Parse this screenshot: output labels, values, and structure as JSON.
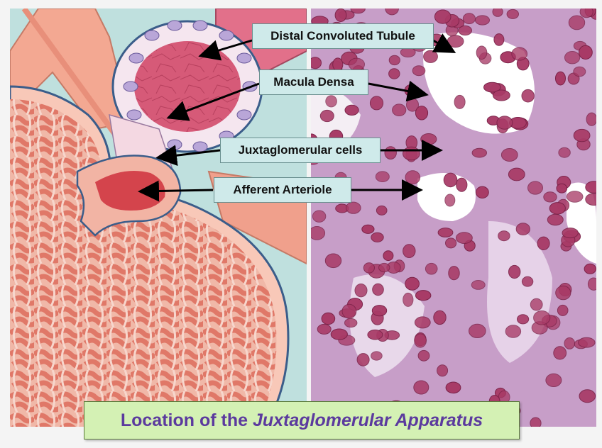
{
  "labels": {
    "distal": "Distal Convoluted Tubule",
    "macula": "Macula Densa",
    "jg": "Juxtaglomerular cells",
    "afferent": "Afferent Arteriole"
  },
  "title": {
    "prefix": "Location of the ",
    "emphasis": "Juxtaglomerular Apparatus"
  },
  "colors": {
    "label_bg": "#cfeaea",
    "title_bg": "#d4f1b4",
    "title_text": "#5b3a9e"
  }
}
